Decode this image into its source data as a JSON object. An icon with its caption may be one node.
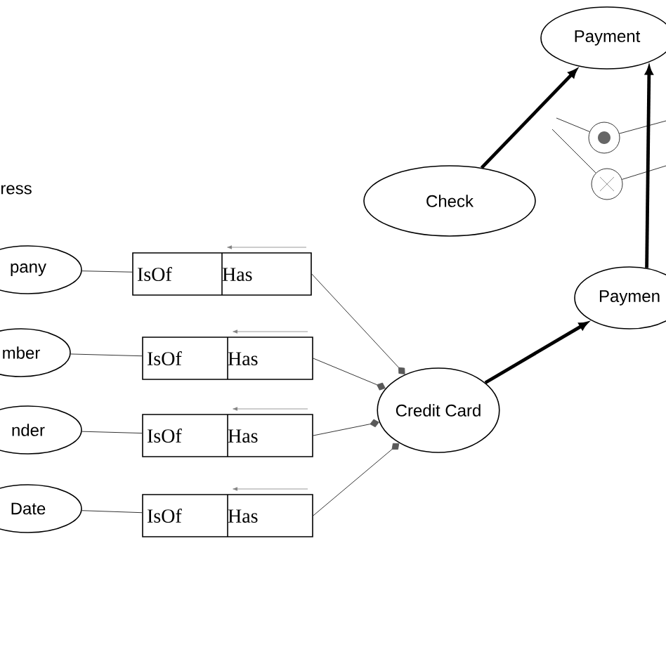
{
  "diagram": {
    "nodes": [
      {
        "text": [
          "Payment"
        ]
      },
      {
        "text": [
          "Check"
        ]
      },
      {
        "text": [
          "Paymen"
        ]
      },
      {
        "text": [
          "Credit Card"
        ]
      },
      {
        "text": [
          "pany"
        ]
      },
      {
        "text": [
          "mber"
        ]
      },
      {
        "text": [
          "nder"
        ]
      },
      {
        "text": [
          "Date"
        ]
      },
      {
        "text": [
          "IsOf",
          "Has"
        ]
      },
      {
        "text": [
          "IsOf",
          "Has"
        ]
      },
      {
        "text": [
          "IsOf",
          "Has"
        ]
      },
      {
        "text": [
          "IsOf",
          "Has"
        ]
      },
      {
        "text": [],
        "shape": "circle"
      },
      {
        "text": [],
        "shape": "circle"
      }
    ],
    "edges": [
      {
        "from": 1,
        "to": 0,
        "arrow": "to",
        "style": "thick"
      },
      {
        "from": 3,
        "to": 2,
        "arrow": "to",
        "style": "thick"
      },
      {
        "from": 2,
        "to": 0,
        "arrow": "to",
        "style": "thick"
      },
      {
        "from": 4,
        "to": 8,
        "arrow": "none"
      },
      {
        "from": 5,
        "to": 9,
        "arrow": "none"
      },
      {
        "from": 6,
        "to": 10,
        "arrow": "none"
      },
      {
        "from": 7,
        "to": 11,
        "arrow": "none"
      },
      {
        "from": 8,
        "to": 3,
        "arrow": "other"
      },
      {
        "from": 9,
        "to": 3,
        "arrow": "other"
      },
      {
        "from": 10,
        "to": 3,
        "arrow": "other"
      },
      {
        "from": 11,
        "to": 3,
        "arrow": "other"
      },
      {
        "from": null,
        "to": 12,
        "arrow": "none"
      },
      {
        "from": null,
        "to": 13,
        "arrow": "none"
      },
      {
        "from": 12,
        "to": null,
        "arrow": "none"
      },
      {
        "from": 13,
        "to": null,
        "arrow": "none"
      }
    ],
    "labels": [
      "ress"
    ]
  }
}
